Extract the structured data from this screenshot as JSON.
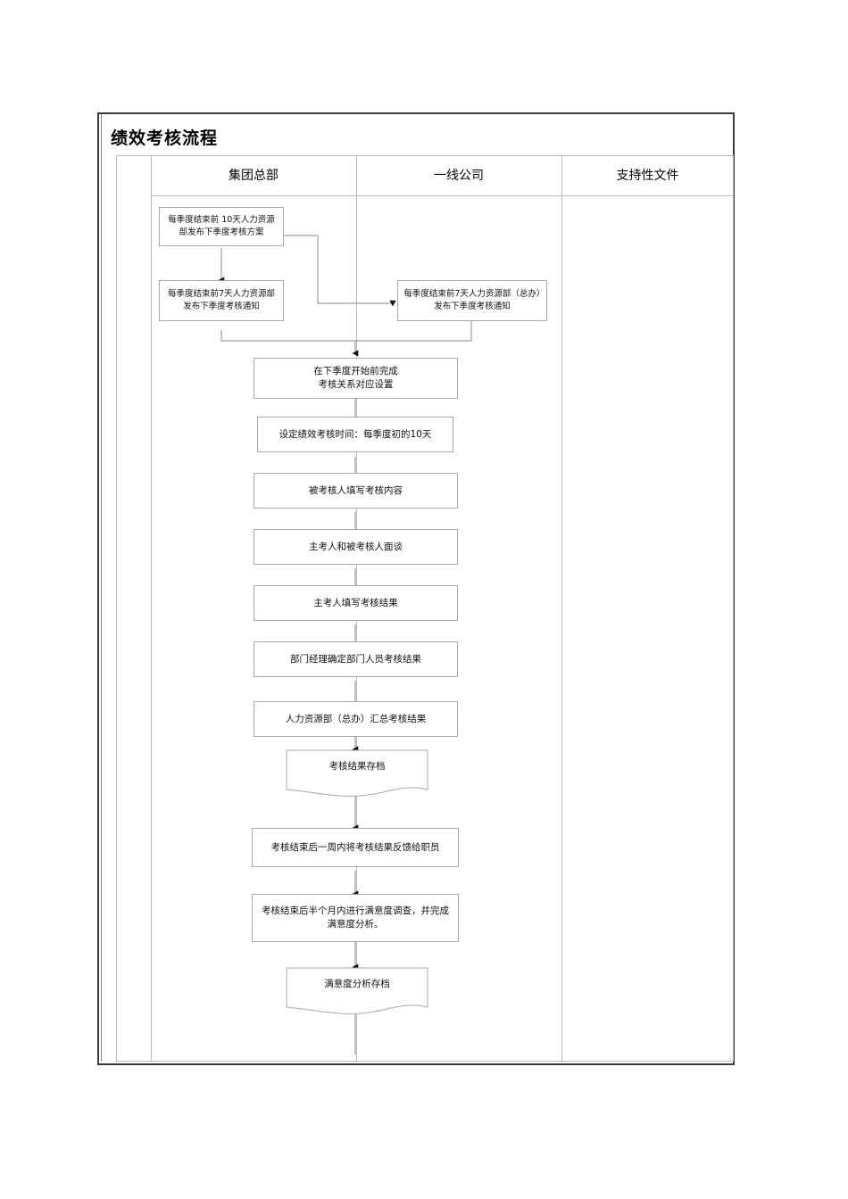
{
  "document": {
    "title": "绩效考核流程"
  },
  "table": {
    "columns": [
      {
        "label": ""
      },
      {
        "label": "集团总部"
      },
      {
        "label": "一线公司"
      },
      {
        "label": "支持性文件"
      }
    ]
  },
  "flow": {
    "nodes": [
      {
        "id": "n1",
        "lane": "集团总部",
        "shape": "process",
        "text": "每季度结束前 10天人力资源部发布下季度考核方案"
      },
      {
        "id": "n2",
        "lane": "集团总部",
        "shape": "process",
        "text": "每季度结束前7天人力资源部发布下季度考核通知"
      },
      {
        "id": "n3",
        "lane": "一线公司",
        "shape": "process",
        "text": "每季度结束前7天人力资源部（总办）发布下季度考核通知"
      },
      {
        "id": "n4",
        "lane": "集团总部",
        "shape": "process",
        "text": "在下季度开始前完成\n考核关系对应设置"
      },
      {
        "id": "n5",
        "lane": "集团总部",
        "shape": "process",
        "text": "设定绩效考核时间：每季度初的10天"
      },
      {
        "id": "n6",
        "lane": "集团总部",
        "shape": "process",
        "text": "被考核人填写考核内容"
      },
      {
        "id": "n7",
        "lane": "集团总部",
        "shape": "process",
        "text": "主考人和被考核人面谈"
      },
      {
        "id": "n8",
        "lane": "集团总部",
        "shape": "process",
        "text": "主考人填写考核结果"
      },
      {
        "id": "n9",
        "lane": "集团总部",
        "shape": "process",
        "text": "部门经理确定部门人员考核结果"
      },
      {
        "id": "n10",
        "lane": "集团总部",
        "shape": "process",
        "text": "人力资源部（总办）汇总考核结果"
      },
      {
        "id": "n11",
        "lane": "集团总部",
        "shape": "document",
        "text": "考核结果存档"
      },
      {
        "id": "n12",
        "lane": "集团总部",
        "shape": "process",
        "text": "考核结束后一周内将考核结果反馈给职员"
      },
      {
        "id": "n13",
        "lane": "集团总部",
        "shape": "process",
        "text": "考核结束后半个月内进行满意度调查，并完成满意度分析。"
      },
      {
        "id": "n14",
        "lane": "集团总部",
        "shape": "document",
        "text": "满意度分析存档"
      }
    ]
  },
  "colors": {
    "page_border": "#3a3a3a",
    "table_border": "#b9b9b9",
    "node_border": "#a8a8a8",
    "connector": "#7a7a7a",
    "text": "#111111",
    "background": "#ffffff"
  }
}
